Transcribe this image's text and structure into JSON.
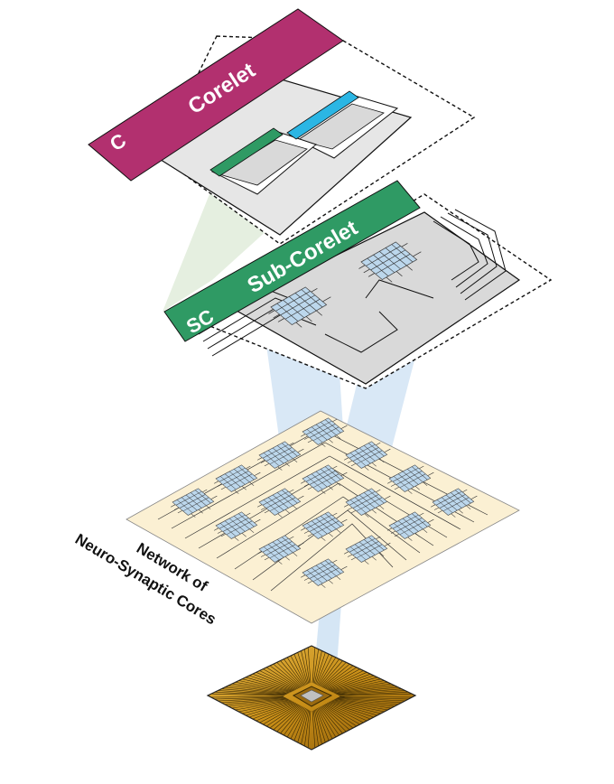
{
  "corelet": {
    "badge": "C",
    "title": "Corelet",
    "color": "#b2306f"
  },
  "subcorelet": {
    "badge": "SC",
    "title": "Sub-Corelet",
    "color": "#2f9a64"
  },
  "network": {
    "label_line1": "Network of",
    "label_line2": "Neuro-Synaptic Cores",
    "plane_color": "#fbf0d3"
  },
  "chip": {
    "color": "#c98f18"
  },
  "colors": {
    "corelet_inner_grey": "#d9d9d9",
    "corelet_frame_grey": "#e6e6e6",
    "cyan_bar": "#2bb6e4",
    "green_bar": "#2f9a64",
    "core_grid_blue": "#bcd7ec",
    "beam_blue": "#b9d6ef",
    "beam_green": "#cfe2c6"
  }
}
